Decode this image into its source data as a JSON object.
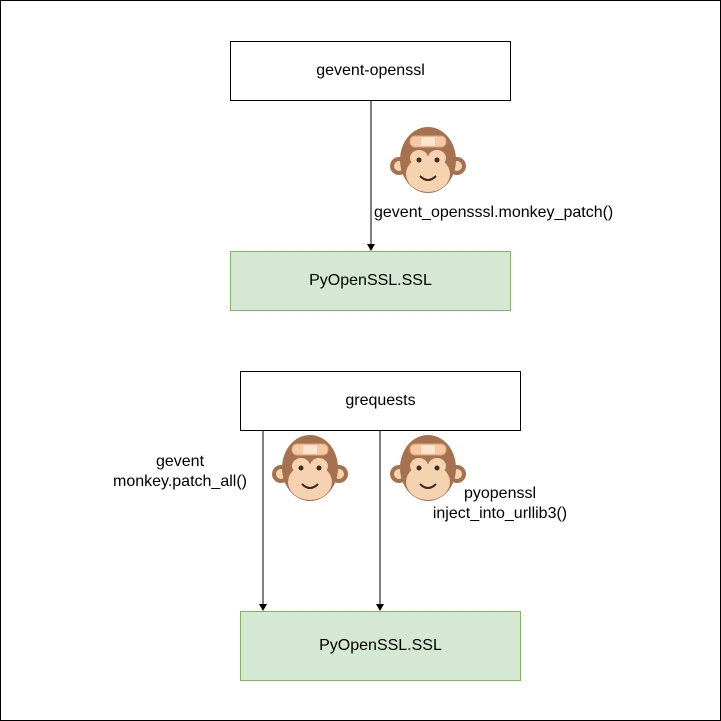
{
  "colors": {
    "green_fill": "#d5e8d4",
    "green_stroke": "#82b366",
    "line": "#000000",
    "monkey_fur": "#a5714f",
    "monkey_face": "#f6d3b0",
    "bandage": "#f5c9a5"
  },
  "top": {
    "source": "gevent-openssl",
    "target": "PyOpenSSL.SSL",
    "patch_label": "gevent_opensssl.monkey_patch()",
    "icon": "monkey-patch-icon"
  },
  "bottom": {
    "source": "grequests",
    "target": "PyOpenSSL.SSL",
    "left_patch": {
      "line1": "gevent",
      "line2": "monkey.patch_all()",
      "icon": "monkey-patch-icon"
    },
    "right_patch": {
      "line1": "pyopenssl",
      "line2": "inject_into_urllib3()",
      "icon": "monkey-patch-icon"
    }
  }
}
